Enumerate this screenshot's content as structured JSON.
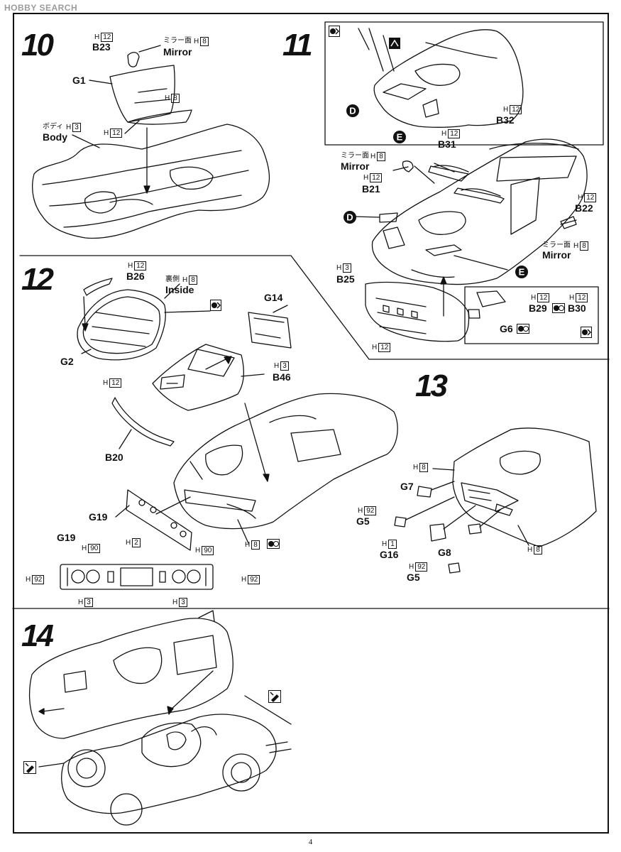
{
  "watermark": "HOBBY SEARCH",
  "page_number": "4",
  "steps": {
    "s10": {
      "number": "10",
      "labels": {
        "b23": "B23",
        "mirror": "Mirror",
        "mirror_jp": "ミラー面",
        "g1": "G1",
        "body_jp": "ボディ",
        "body": "Body"
      },
      "h": {
        "b23": "12",
        "mirror": "8",
        "g1": "8",
        "g1b": "12",
        "body": "3"
      }
    },
    "s11": {
      "number": "11",
      "labels": {
        "d1": "D",
        "e1": "E",
        "b32": "B32",
        "b31": "B31",
        "mirror_jp": "ミラー面",
        "mirror": "Mirror",
        "b21": "B21",
        "d2": "D",
        "b22": "B22",
        "mirror_jp2": "ミラー面",
        "mirror2": "Mirror",
        "e2": "E",
        "b25": "B25",
        "b29": "B29",
        "b30": "B30",
        "g6": "G6"
      },
      "h": {
        "b32": "12",
        "b31": "12",
        "mirror": "8",
        "b21": "12",
        "b22": "12",
        "mirror2": "8",
        "b25": "3",
        "b25b": "12",
        "b29": "12",
        "b30": "12"
      }
    },
    "s12": {
      "number": "12",
      "labels": {
        "b26": "B26",
        "inside_jp": "裏側",
        "inside": "Inside",
        "g2": "G2",
        "g14": "G14",
        "b46": "B46",
        "b20": "B20",
        "g19": "G19",
        "g19b": "G19"
      },
      "h": {
        "b26": "12",
        "inside": "8",
        "b46": "3",
        "b20": "12",
        "bottom": "8",
        "g19_90a": "90",
        "g19_2": "2",
        "g19_90b": "90",
        "g19_92a": "92",
        "g19_92b": "92",
        "g19_3a": "3",
        "g19_3b": "3"
      }
    },
    "s13": {
      "number": "13",
      "labels": {
        "g7": "G7",
        "g5a": "G5",
        "g16": "G16",
        "g8": "G8",
        "g5b": "G5"
      },
      "h": {
        "top": "8",
        "g5a": "92",
        "g16": "1",
        "right": "8",
        "g5b": "92"
      }
    },
    "s14": {
      "number": "14"
    }
  },
  "h_prefix": "H"
}
